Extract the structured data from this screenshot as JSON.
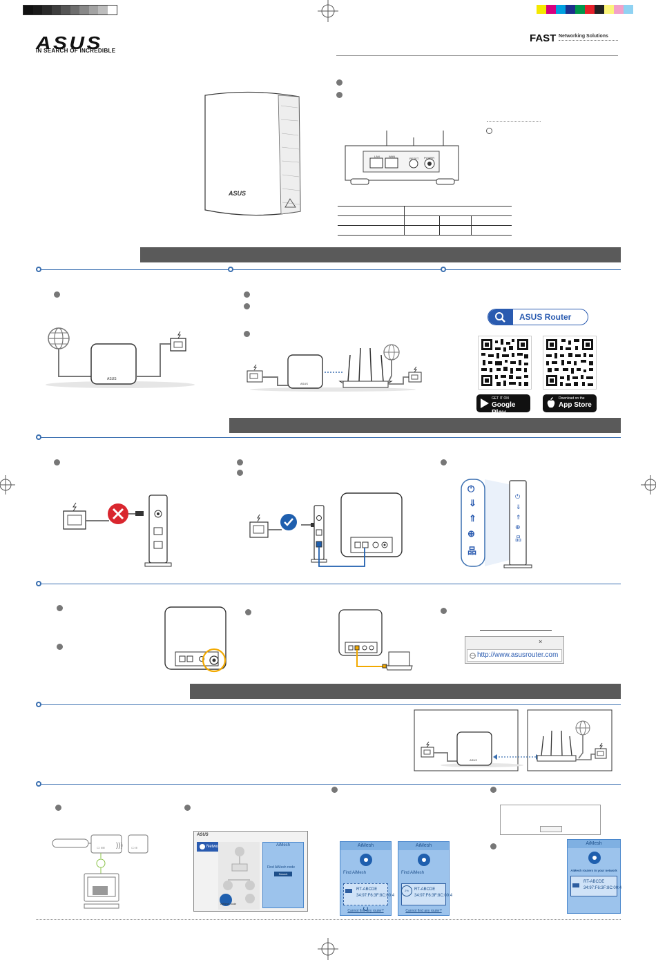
{
  "brand": {
    "logo": "ASUS",
    "tagline": "IN SEARCH OF INCREDIBLE",
    "fast_title": "FAST",
    "fast_subtitle": "Networking Solutions"
  },
  "device": {
    "front_logo": "ASUS",
    "back_labels": {
      "lan": "LAN",
      "wan": "WAN",
      "reset": "RESET",
      "power": "POWER"
    }
  },
  "app": {
    "search_label": "ASUS Router",
    "google_small": "GET IT ON",
    "google_big": "Google Play",
    "apple_small": "Download on the",
    "apple_big": "App Store"
  },
  "browser": {
    "url": "http://www.asusrouter.com",
    "close_glyph": "×"
  },
  "led_icons": [
    "power-icon",
    "download-icon",
    "upload-icon",
    "globe-icon",
    "lan-icon"
  ],
  "network_map": {
    "title": "Network Map",
    "panel_title": "AiMesh",
    "find_text": "Find AiMesh node",
    "search_btn": "Search",
    "node_label": "AiMesh node"
  },
  "aimesh_screens": [
    {
      "title": "AiMesh",
      "find": "Find AiMesh",
      "model": "RT-ABCDE",
      "mac": "34:97:F6:3F:8C:00:4",
      "link": "Cannot find any router?",
      "progress": ""
    },
    {
      "title": "AiMesh",
      "find": "Find AiMesh",
      "model": "RT-ABCDE",
      "mac": "34:97:F6:3F:8C:00:4",
      "link": "Cannot find any router?",
      "progress": "2%"
    }
  ],
  "aimesh_final": {
    "title": "AiMesh",
    "caption": "AiMesh routers in your network",
    "model": "RT-ABCDE",
    "mac": "34:97:F6:3F:8C:00:4"
  },
  "colors": {
    "section_bar": "#5a5a5a",
    "accent_blue": "#3a6fb0",
    "error_red": "#d9262e",
    "ok_blue": "#1f5fae",
    "cable_orange": "#f2a900"
  }
}
